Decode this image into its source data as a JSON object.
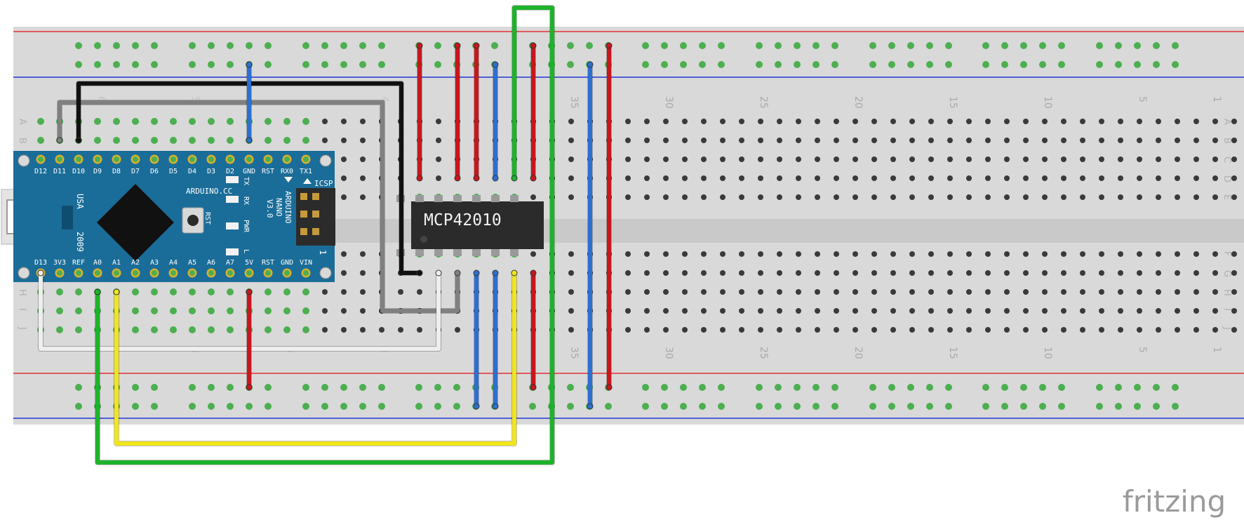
{
  "breadboard": {
    "top_column_numbers": [
      "30",
      "25",
      "20",
      "15",
      "10",
      "5",
      "1"
    ],
    "bottom_column_numbers": [
      "30",
      "25",
      "20",
      "15",
      "10",
      "5",
      "1"
    ],
    "partial_column_numbers": [
      "35",
      "35"
    ],
    "row_letters_top": [
      "A",
      "B",
      "C",
      "D",
      "E"
    ],
    "row_letters_bottom": [
      "F",
      "G",
      "H",
      "I",
      "J"
    ],
    "faint_left_numbers": [
      "6",
      "5",
      "4",
      "6",
      "5",
      "4"
    ],
    "colors": {
      "board": "#d9d9d9",
      "rail_red": "#e03030",
      "rail_blue": "#2038d8",
      "hole": "#3a3a3a",
      "hole_used": "#4caf50"
    }
  },
  "nano": {
    "top_pins": [
      "D12",
      "D11",
      "D10",
      "D9",
      "D8",
      "D7",
      "D6",
      "D5",
      "D4",
      "D3",
      "D2",
      "GND",
      "RST",
      "RX0",
      "TX1"
    ],
    "bottom_pins": [
      "D13",
      "3V3",
      "REF",
      "A0",
      "A1",
      "A2",
      "A3",
      "A4",
      "A5",
      "A6",
      "A7",
      "5V",
      "RST",
      "GND",
      "VIN"
    ],
    "brand": "ARDUINO.CC",
    "model_lines": [
      "ARDUINO",
      "NANO",
      "V3.0"
    ],
    "usa": "USA",
    "year": "2009",
    "icsp": "ICSP",
    "icsp_pin1": "1",
    "led_labels": [
      "TX",
      "RX",
      "PWR",
      "L"
    ],
    "rst_label": "RST",
    "color": "#1b6d99"
  },
  "chip": {
    "label": "MCP42010",
    "color": "#2b2b2b"
  },
  "wire_colors": {
    "black": "#111111",
    "gray": "#808080",
    "white": "#eeeeee",
    "blue": "#2d6fd0",
    "red": "#c8161d",
    "green": "#1db32b",
    "yellow": "#f2e51a"
  },
  "watermark": "fritzing"
}
